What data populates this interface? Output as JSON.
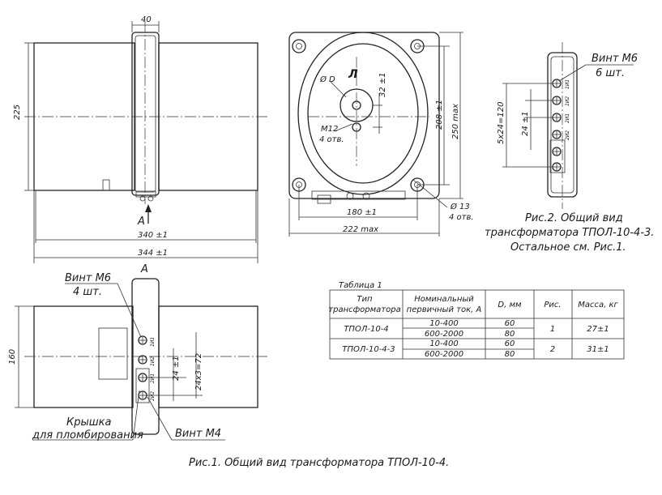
{
  "view_main": {
    "dim_width_top": "40",
    "dim_height_left": "225",
    "dim_len_inner": "340 ±1",
    "dim_len_outer": "344 ±1",
    "section_mark": "А"
  },
  "view_front": {
    "mark": "Л",
    "dia_label": "Ø D",
    "thread_label": "М12",
    "thread_count": "4 отв.",
    "dim_32": "32 ±1",
    "dim_208": "208 ±1",
    "dim_250": "250 max",
    "dim_180": "180 ±1",
    "dim_222": "222 max",
    "hole_dia": "Ø 13",
    "hole_count": "4 отв."
  },
  "view_side": {
    "screw_label": "Винт М6",
    "screw_count": "6 шт.",
    "dim_pitch": "5x24=120",
    "dim_24": "24 ±1"
  },
  "caption_fig2": {
    "line1": "Рис.2. Общий вид",
    "line2": "трансформатора ТПОЛ-10-4-3.",
    "line3": "Остальное см. Рис.1."
  },
  "view_bottom": {
    "section_mark": "А",
    "screw_m6_label": "Винт М6",
    "screw_m6_count": "4 шт.",
    "dim_height": "160",
    "dim_24": "24 ±1",
    "dim_pitch": "24x3=72",
    "cover_line1": "Крышка",
    "cover_line2": "для пломбирования",
    "screw_m4_label": "Винт М4"
  },
  "terminal_labels": [
    "1И1",
    "1И2",
    "2И1",
    "2И2"
  ],
  "table": {
    "title": "Таблица 1",
    "headers": [
      "Тип трансформатора",
      "Номинальный первичный ток, А",
      "D, мм",
      "Рис.",
      "Масса, кг"
    ],
    "header_lines": [
      [
        "Тип",
        "трансформатора"
      ],
      [
        "Номинальный",
        "первичный ток, А"
      ],
      [
        "D, мм"
      ],
      [
        "Рис."
      ],
      [
        "Масса, кг"
      ]
    ],
    "rows": [
      {
        "type": "ТПОЛ-10-4",
        "currents": [
          "10-400",
          "600-2000"
        ],
        "d": [
          "60",
          "80"
        ],
        "fig": "1",
        "mass": "27±1"
      },
      {
        "type": "ТПОЛ-10-4-3",
        "currents": [
          "10-400",
          "600-2000"
        ],
        "d": [
          "60",
          "80"
        ],
        "fig": "2",
        "mass": "31±1"
      }
    ]
  },
  "caption_fig1": "Рис.1. Общий вид трансформатора ТПОЛ-10-4."
}
